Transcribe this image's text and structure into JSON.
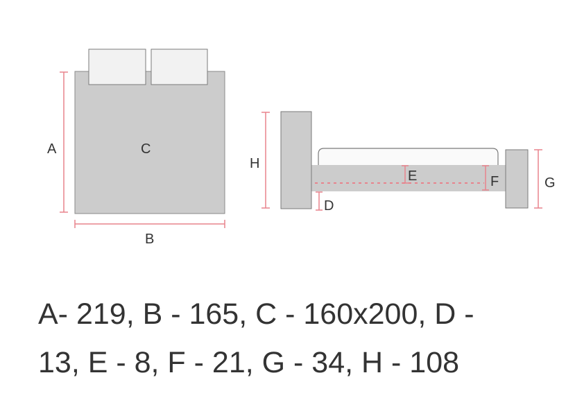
{
  "labels": {
    "a": "A",
    "b": "B",
    "c": "C",
    "d": "D",
    "e": "E",
    "f": "F",
    "g": "G",
    "h": "H"
  },
  "spec": {
    "line1": "A- 219, B - 165, C - 160x200, D -",
    "line2": "13, E - 8, F - 21, G - 34, H - 108"
  },
  "colors": {
    "frame_fill": "#cccccc",
    "frame_stroke": "#7a7a7a",
    "pillow_fill": "#f2f2f2",
    "dimension_line": "#e8838c",
    "text": "#333333"
  }
}
